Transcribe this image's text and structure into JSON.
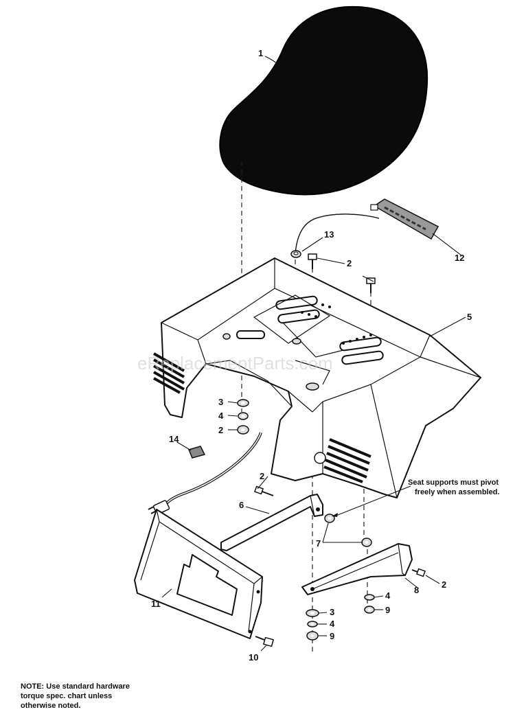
{
  "labels": {
    "p1": "1",
    "p2a": "2",
    "p2b": "2",
    "p2c": "2",
    "p2d": "2",
    "p3a": "3",
    "p3b": "3",
    "p4a": "4",
    "p4b": "4",
    "p4c": "4",
    "p5": "5",
    "p6": "6",
    "p7": "7",
    "p8": "8",
    "p9a": "9",
    "p9b": "9",
    "p10": "10",
    "p11": "11",
    "p12": "12",
    "p13": "13",
    "p14": "14"
  },
  "callout": {
    "line1": "Seat supports must pivot",
    "line2": "freely when assembled."
  },
  "note": {
    "line1": "NOTE: Use standard hardware",
    "line2": "torque spec. chart unless",
    "line3": "otherwise noted."
  },
  "watermark": "eReplacementParts.com"
}
